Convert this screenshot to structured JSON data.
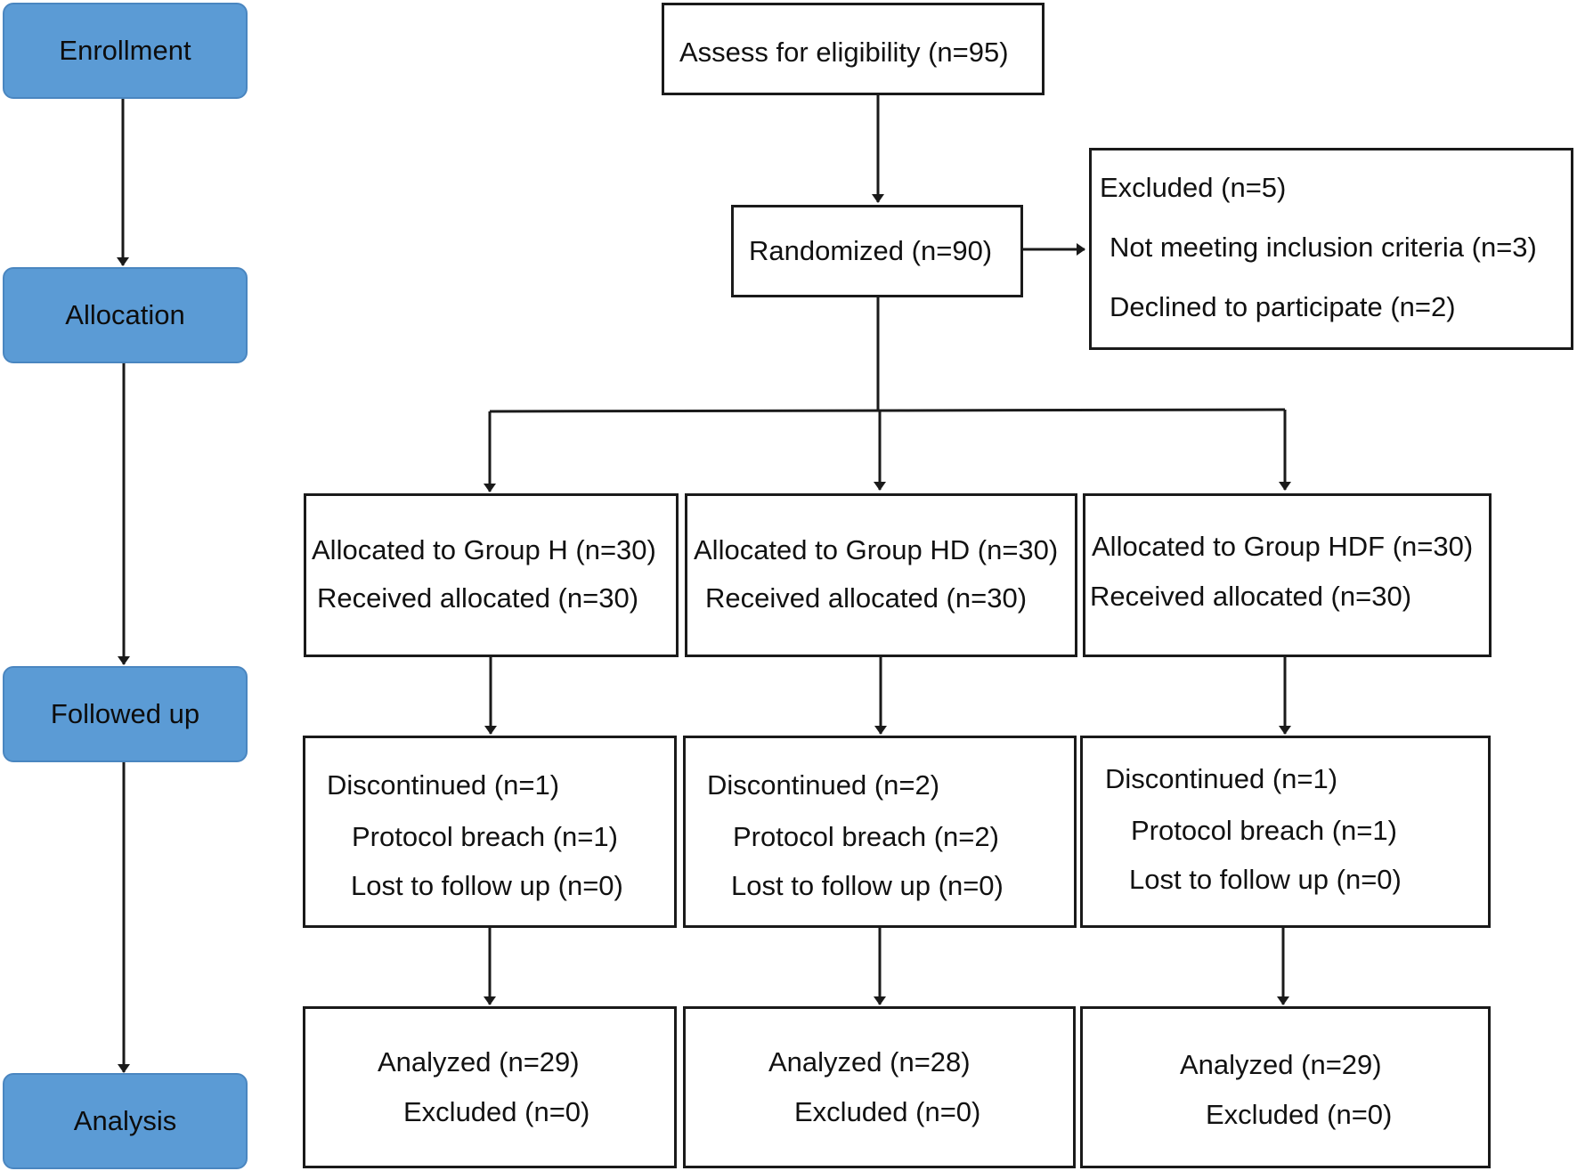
{
  "stages": {
    "enrollment": "Enrollment",
    "allocation": "Allocation",
    "followed_up": "Followed up",
    "analysis": "Analysis"
  },
  "assess": "Assess for eligibility (n=95)",
  "randomized": "Randomized (n=90)",
  "excluded": {
    "title": "Excluded (n=5)",
    "reasons": [
      "Not meeting inclusion criteria (n=3)",
      "Declined to participate (n=2)"
    ]
  },
  "groups": [
    {
      "allocated": "Allocated to Group H (n=30)",
      "received": "Received allocated (n=30)",
      "discontinued": "Discontinued (n=1)",
      "protocol_breach": "Protocol breach (n=1)",
      "lost": "Lost to follow up (n=0)",
      "analyzed": "Analyzed (n=29)",
      "excluded": "Excluded (n=0)"
    },
    {
      "allocated": "Allocated to Group HD (n=30)",
      "received": "Received allocated (n=30)",
      "discontinued": "Discontinued (n=2)",
      "protocol_breach": "Protocol breach (n=2)",
      "lost": "Lost to follow up (n=0)",
      "analyzed": "Analyzed (n=28)",
      "excluded": "Excluded (n=0)"
    },
    {
      "allocated": "Allocated to Group HDF (n=30)",
      "received": "Received allocated (n=30)",
      "discontinued": "Discontinued (n=1)",
      "protocol_breach": "Protocol breach (n=1)",
      "lost": "Lost to follow up (n=0)",
      "analyzed": "Analyzed (n=29)",
      "excluded": "Excluded (n=0)"
    }
  ],
  "colors": {
    "stage_fill": "#5b9bd5",
    "stage_border": "#4a86c0",
    "line": "#1a1a1a"
  }
}
